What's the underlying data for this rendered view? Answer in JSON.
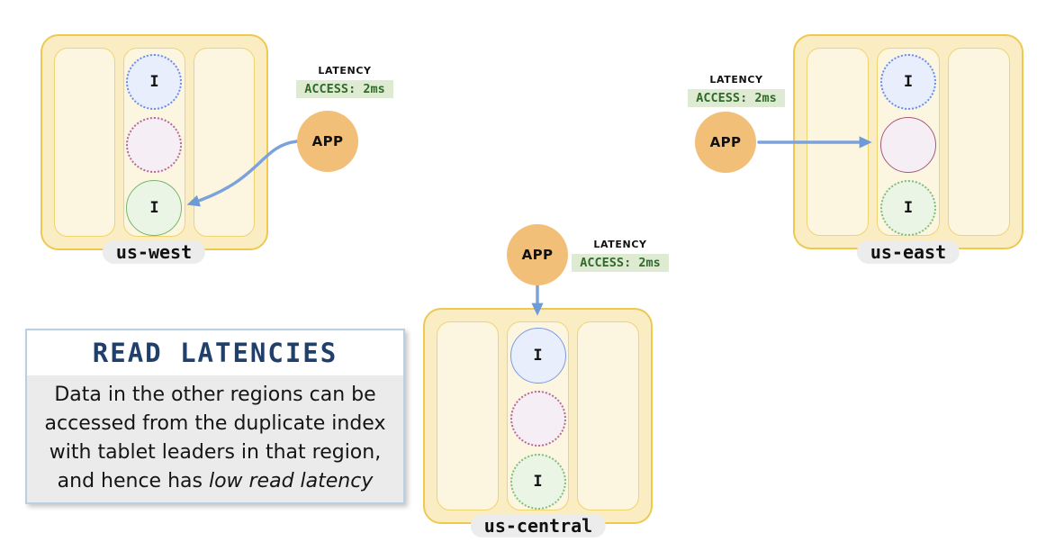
{
  "regions": [
    {
      "label": "us-west",
      "app_label": "APP",
      "latency_title": "LATENCY",
      "latency_value": "ACCESS: 2ms",
      "tablets": [
        {
          "label": "I",
          "kind": "duplicate-index-blue-dotted"
        },
        {
          "label": "",
          "kind": "tablet-pink-dotted"
        },
        {
          "label": "I",
          "kind": "index-leader-green-solid"
        }
      ]
    },
    {
      "label": "us-east",
      "app_label": "APP",
      "latency_title": "LATENCY",
      "latency_value": "ACCESS: 2ms",
      "tablets": [
        {
          "label": "I",
          "kind": "duplicate-index-blue-dotted"
        },
        {
          "label": "",
          "kind": "tablet-leader-pink-solid"
        },
        {
          "label": "I",
          "kind": "duplicate-index-green-dotted"
        }
      ]
    },
    {
      "label": "us-central",
      "app_label": "APP",
      "latency_title": "LATENCY",
      "latency_value": "ACCESS: 2ms",
      "tablets": [
        {
          "label": "I",
          "kind": "index-leader-blue-solid"
        },
        {
          "label": "",
          "kind": "tablet-pink-dotted"
        },
        {
          "label": "I",
          "kind": "duplicate-index-green-dotted"
        }
      ]
    }
  ],
  "info_box": {
    "title": "READ LATENCIES",
    "body": "Data in the other regions can be accessed from the duplicate index with tablet leaders in that region, and hence has ",
    "body_emphasis": "low read latency"
  },
  "colors": {
    "region_fill": "#FAEDC4",
    "region_border": "#EDC951",
    "column_fill": "#FCF5DF",
    "column_border": "#F0D470",
    "app_fill": "#F2BF78",
    "arrow": "#7BA2DC",
    "latency_badge_bg": "#DEEBD2",
    "latency_badge_text": "#2F6A2B",
    "index_blue_fill": "#E8EEFB",
    "index_blue_border": "#6A8EE8",
    "tablet_pink_fill": "#F5EEF4",
    "tablet_pink_border": "#A5587F",
    "index_green_fill": "#EAF5E6",
    "index_green_border": "#74B868",
    "info_title_color": "#20406B",
    "info_body_bg": "#EBEBEB",
    "region_pill_bg": "#ECECEC"
  }
}
